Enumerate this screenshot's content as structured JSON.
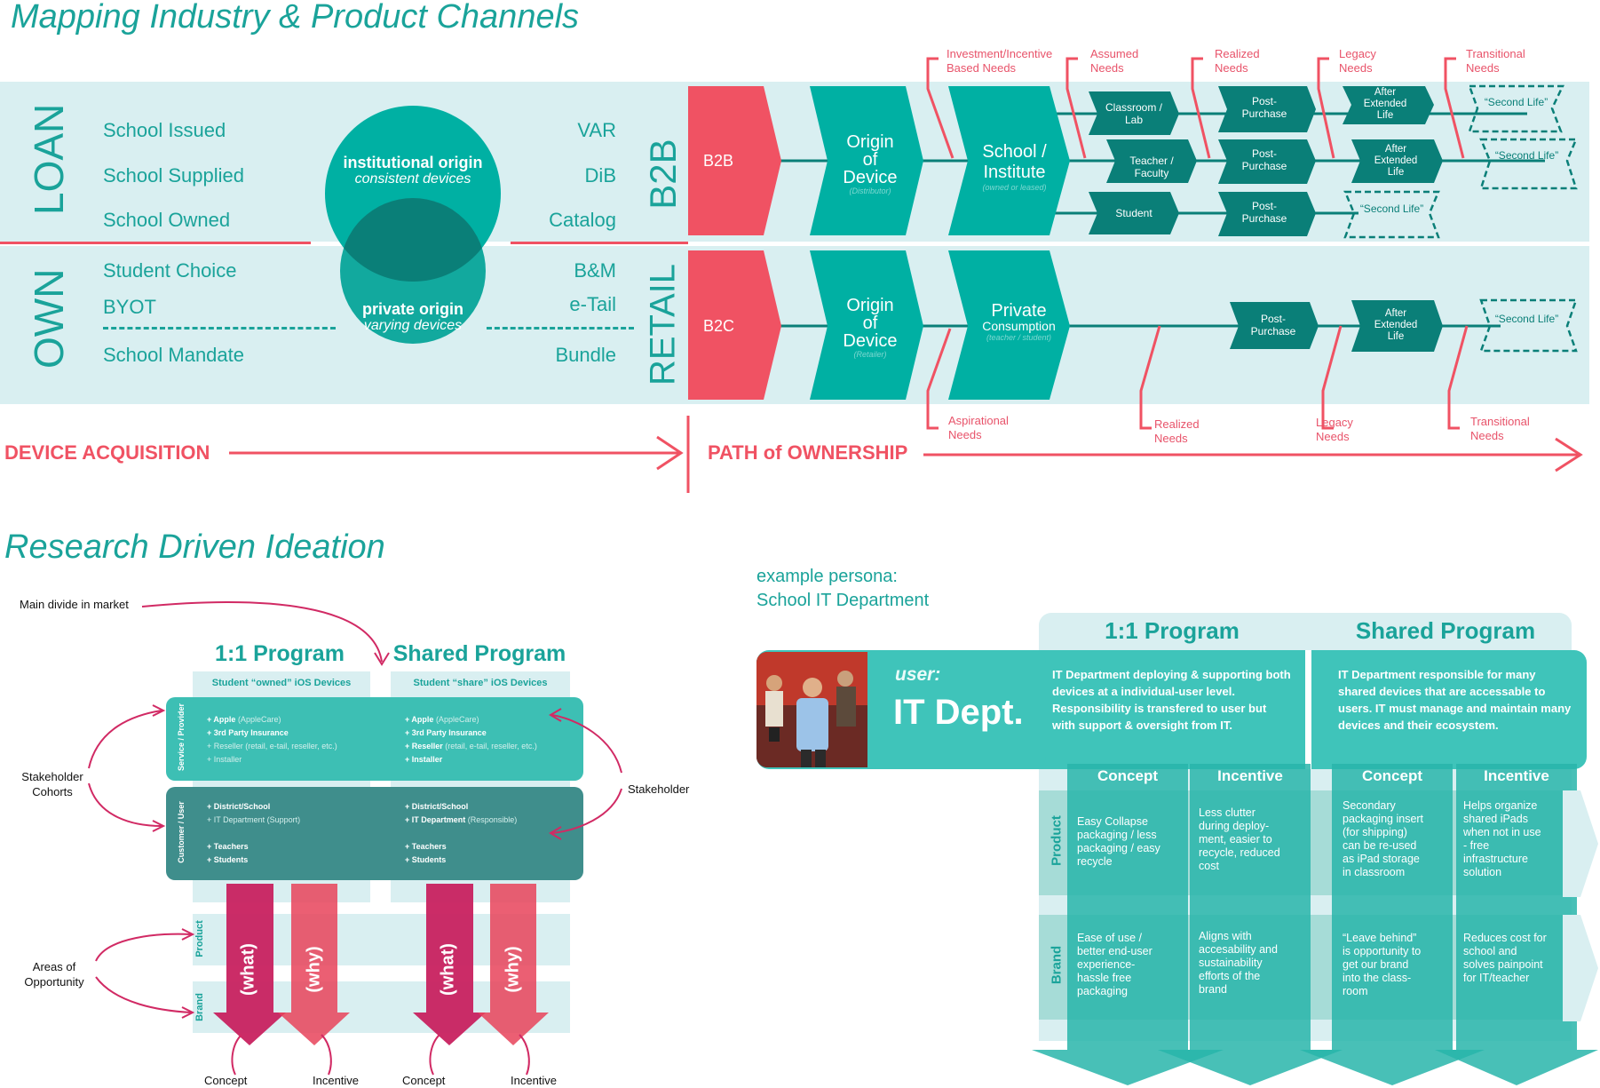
{
  "top": {
    "title": "Mapping Industry & Product Channels",
    "loan_label": "LOAN",
    "own_label": "OWN",
    "loan_items": [
      "School Issued",
      "School Supplied",
      "School Owned"
    ],
    "own_items": [
      "Student Choice",
      "BYOT",
      "School Mandate"
    ],
    "circle_top_title": "institutional origin",
    "circle_top_sub": "consistent devices",
    "circle_bottom_title": "private origin",
    "circle_bottom_sub": "varying devices",
    "b2b_channels": [
      "VAR",
      "DiB",
      "Catalog"
    ],
    "retail_channels": [
      "B&M",
      "e-Tail",
      "Bundle"
    ],
    "b2b_label": "B2B",
    "retail_label": "RETAIL",
    "b2b_box": "B2B",
    "b2c_box": "B2C",
    "origin_title": "Origin of Device",
    "origin_sub_top": "(Distributor)",
    "origin_sub_bottom": "(Retailer)",
    "school_title": "School / Institute",
    "school_sub": "(owned or leased)",
    "private_title": "Private",
    "private_sub1": "Consumption",
    "private_sub2": "(teacher / student)",
    "role_nodes": [
      "Classroom / Lab",
      "Teacher / Faculty",
      "Student"
    ],
    "post_purchase": "Post-Purchase",
    "after_extended": "After Extended Life",
    "second_life": "“Second Life”",
    "needs_top": [
      "Investment/Incentive Based Needs",
      "Assumed Needs",
      "Realized Needs",
      "Legacy Needs",
      "Transitional Needs"
    ],
    "needs_bottom": [
      "Aspirational Needs",
      "Realized Needs",
      "Legacy Needs",
      "Transitional Needs"
    ],
    "device_acquisition": "DEVICE ACQUISITION",
    "path_of_ownership": "PATH of OWNERSHIP",
    "colors": {
      "teal": "#00b0a3",
      "dark_teal": "#0a7f78",
      "band": "#d9eff1",
      "pink": "#f05263"
    }
  },
  "ideation": {
    "title": "Research Driven Ideation",
    "main_divide": "Main divide in market",
    "col1_title": "1:1 Program",
    "col2_title": "Shared Program",
    "col1_sub": "Student “owned” iOS Devices",
    "col2_sub": "Student “share” iOS Devices",
    "row_service": "Service / Provider",
    "row_customer": "Customer / User",
    "row_product": "Product",
    "row_brand": "Brand",
    "service_left": [
      {
        "main": "+ Apple ",
        "dim": "(AppleCare)"
      },
      {
        "main": "+ 3rd Party Insurance",
        "dim": ""
      },
      {
        "main": "",
        "dim": "+ Reseller (retail, e-tail, reseller, etc.)"
      },
      {
        "main": "",
        "dim": "+ Installer"
      }
    ],
    "service_right": [
      {
        "main": "+ Apple ",
        "dim": "(AppleCare)"
      },
      {
        "main": "+ 3rd Party Insurance",
        "dim": ""
      },
      {
        "main": "+ Reseller ",
        "dim": "(retail, e-tail, reseller, etc.)"
      },
      {
        "main": "+ Installer",
        "dim": ""
      }
    ],
    "customer_left": [
      {
        "main": "+ District/School",
        "dim": ""
      },
      {
        "main": "",
        "dim": "+ IT Department (Support)"
      },
      {
        "main": "",
        "dim": ""
      },
      {
        "main": "+ Teachers",
        "dim": ""
      },
      {
        "main": "+ Students",
        "dim": ""
      }
    ],
    "customer_right": [
      {
        "main": "+ District/School",
        "dim": ""
      },
      {
        "main": "+ IT Department ",
        "dim": "(Responsible)"
      },
      {
        "main": "",
        "dim": ""
      },
      {
        "main": "+ Teachers",
        "dim": ""
      },
      {
        "main": "+ Students",
        "dim": ""
      }
    ],
    "arrow_what": "(what)",
    "arrow_why": "(why)",
    "stakeholder_cohorts": "Stakeholder Cohorts",
    "stakeholder": "Stakeholder",
    "areas_of_opportunity": "Areas of Opportunity",
    "concept": "Concept",
    "incentive": "Incentive"
  },
  "persona": {
    "heading1": "example persona:",
    "heading2": "School IT Department",
    "col1_title": "1:1 Program",
    "col2_title": "Shared Program",
    "user_label": "user:",
    "user_name": "IT Dept.",
    "col1_desc": "IT Department deploying & supporting both devices at a individual-user level. Responsibility is transfered to user but with support & oversight from IT.",
    "col2_desc": "IT Department responsible for many shared devices that are accessable to users. IT must manage and maintain many devices and their ecosystem.",
    "concept": "Concept",
    "incentive": "Incentive",
    "row_product": "Product",
    "row_brand": "Brand",
    "cells": {
      "p_c1": "Easy Collapse packaging / less packaging / easy recycle",
      "p_i1": "Less clutter during deploy-ment, easier to recycle, reduced cost",
      "p_c2": "Secondary packaging insert (for shipping) can be re-used as iPad storage in classroom",
      "p_i2": "Helps organize shared iPads when not in use - free infrastructure solution",
      "b_c1": "Ease of use / better end-user experience- hassle free packaging",
      "b_i1": "Aligns with accesability and sustainability efforts of the brand",
      "b_c2": "“Leave behind” is opportunity to get our brand into the class-room",
      "b_i2": "Reduces cost for school and solves painpoint for IT/teacher"
    }
  }
}
